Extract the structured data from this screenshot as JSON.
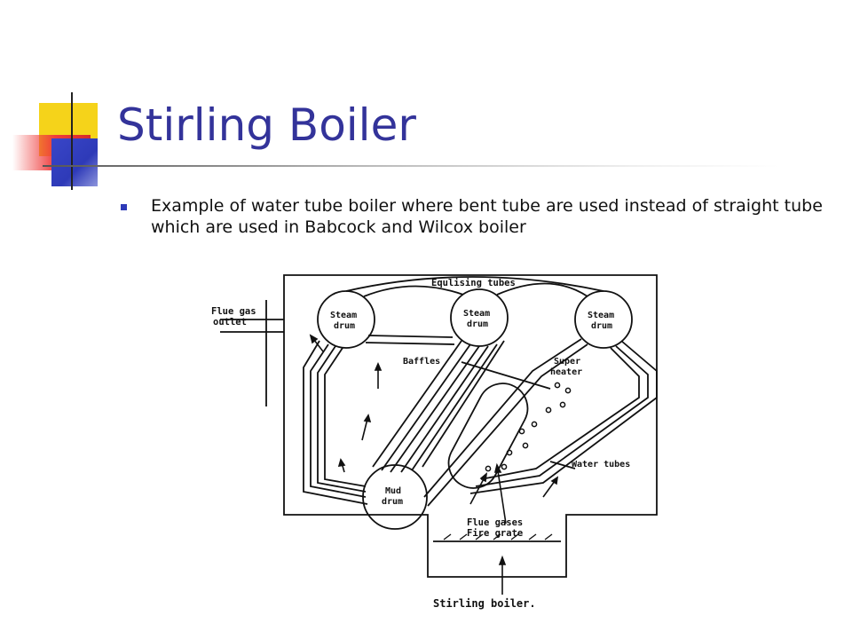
{
  "slide": {
    "title": "Stirling Boiler",
    "bullet": "Example of water tube boiler where bent tube are used instead of straight tube which are used in Babcock and Wilcox boiler"
  },
  "diagram": {
    "labels": {
      "equalising_tubes": "Equlising tubes",
      "flue_gas_outlet_1": "Flue gas",
      "flue_gas_outlet_2": "outlet",
      "steam_drum_1a": "Steam",
      "steam_drum_1b": "drum",
      "steam_drum_2a": "Steam",
      "steam_drum_2b": "drum",
      "steam_drum_3a": "Steam",
      "steam_drum_3b": "drum",
      "baffles": "Baffles",
      "super_heater_1": "Super",
      "super_heater_2": "heater",
      "water_tubes": "Water tubes",
      "mud_drum_1": "Mud",
      "mud_drum_2": "drum",
      "flue_gases": "Flue gases",
      "fire_grate": "Fire grate",
      "caption": "Stirling boiler."
    }
  },
  "colors": {
    "title": "#33339a",
    "accent_blue": "#2e3ab8",
    "accent_yellow": "#f5d31a",
    "accent_red": "#ee3c3c"
  }
}
